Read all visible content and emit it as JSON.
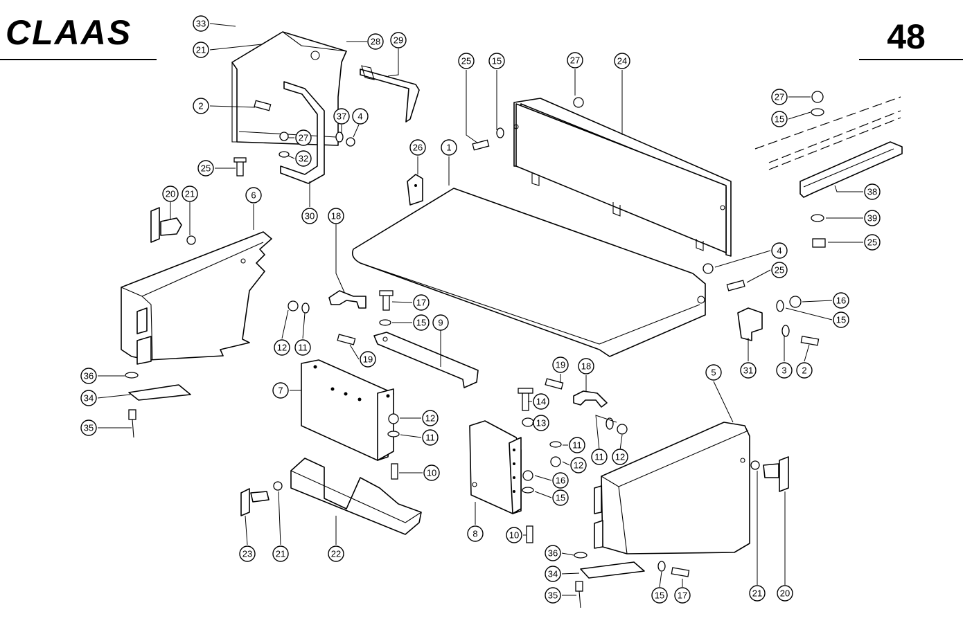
{
  "header": {
    "brand": "CLAAS",
    "page_number": "48"
  },
  "callouts": [
    "33",
    "21",
    "28",
    "29",
    "2",
    "37",
    "4",
    "27",
    "32",
    "25",
    "30",
    "20",
    "21",
    "6",
    "18",
    "26",
    "1",
    "25",
    "15",
    "27",
    "24",
    "27",
    "15",
    "38",
    "39",
    "25",
    "4",
    "25",
    "16",
    "15",
    "31",
    "3",
    "2",
    "17",
    "15",
    "9",
    "12",
    "11",
    "19",
    "36",
    "34",
    "35",
    "7",
    "12",
    "11",
    "10",
    "23",
    "21",
    "22",
    "19",
    "18",
    "14",
    "13",
    "11",
    "12",
    "16",
    "15",
    "8",
    "10",
    "11",
    "12",
    "5",
    "36",
    "34",
    "35",
    "15",
    "17",
    "21",
    "20"
  ]
}
